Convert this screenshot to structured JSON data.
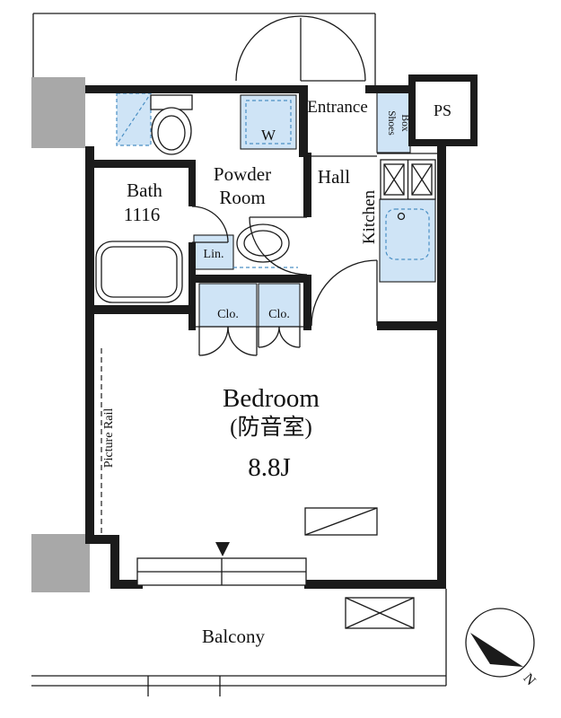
{
  "meta": {
    "type": "apartment-floor-plan"
  },
  "colors": {
    "wall": "#1b1b1b",
    "pillar": "#a8a8a8",
    "fixture_fill": "#cfe4f6",
    "fixture_stroke": "#4a8fc4",
    "text": "#111111"
  },
  "rooms": {
    "entrance": "Entrance",
    "ps": "PS",
    "shoes_line1": "Shoes",
    "shoes_line2": "Box",
    "washer": "W",
    "powder_line1": "Powder",
    "powder_line2": "Room",
    "hall": "Hall",
    "bath_line1": "Bath",
    "bath_line2": "1116",
    "kitchen": "Kitchen",
    "linen": "Lin.",
    "closet1": "Clo.",
    "closet2": "Clo.",
    "bedroom": "Bedroom",
    "bedroom_note": "(防音室)",
    "bedroom_size": "8.8J",
    "picture_rail": "Picture Rail",
    "balcony": "Balcony",
    "north": "N"
  }
}
